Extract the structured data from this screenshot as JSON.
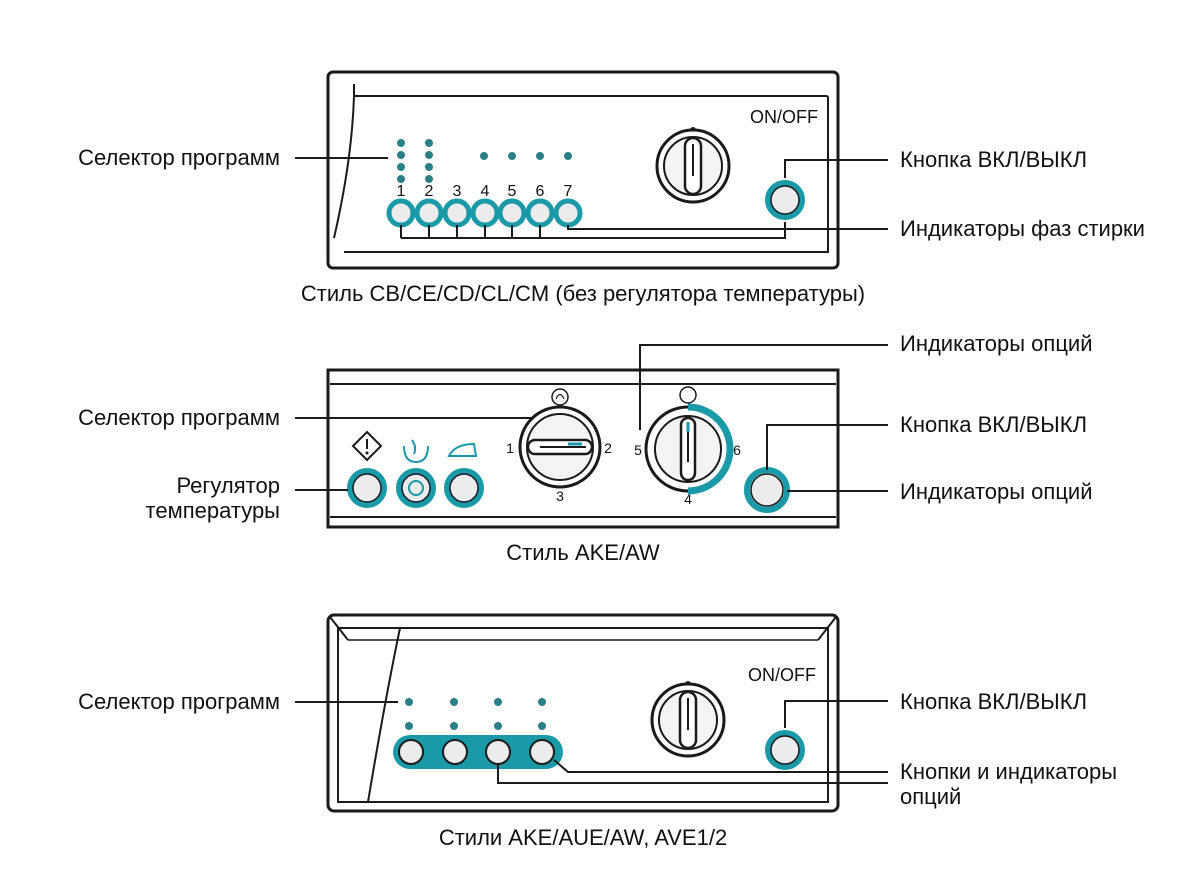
{
  "colors": {
    "accent": "#1a9aa8",
    "button_fill": "#ececec",
    "outline": "#1a1a1a",
    "led": "#2b7f86"
  },
  "panel1": {
    "onoff": "ON/OFF",
    "numbers": [
      "1",
      "2",
      "3",
      "4",
      "5",
      "6",
      "7"
    ],
    "caption": "Стиль CB/CE/CD/CL/CM (без регулятора температуры)",
    "labels": {
      "program_selector": "Селектор программ",
      "power_button": "Кнопка ВКЛ/ВЫКЛ",
      "phase_indicators": "Индикаторы фаз стирки"
    }
  },
  "panel2": {
    "dial_marks": [
      "1",
      "2",
      "3"
    ],
    "option_marks": [
      "5",
      "6",
      "4"
    ],
    "caption": "Стиль AKE/AW",
    "labels": {
      "options_indicators_top": "Индикаторы опций",
      "program_selector": "Селектор программ",
      "power_button": "Кнопка ВКЛ/ВЫКЛ",
      "temperature_regulator_line1": "Регулятор",
      "temperature_regulator_line2": "температуры",
      "options_indicators_bottom": "Индикаторы опций"
    }
  },
  "panel3": {
    "onoff": "ON/OFF",
    "caption": "Стили AKE/AUE/AW, AVE1/2",
    "labels": {
      "program_selector": "Селектор программ",
      "power_button": "Кнопка ВКЛ/ВЫКЛ",
      "option_buttons_line1": "Кнопки и индикаторы",
      "option_buttons_line2": "опций"
    }
  }
}
